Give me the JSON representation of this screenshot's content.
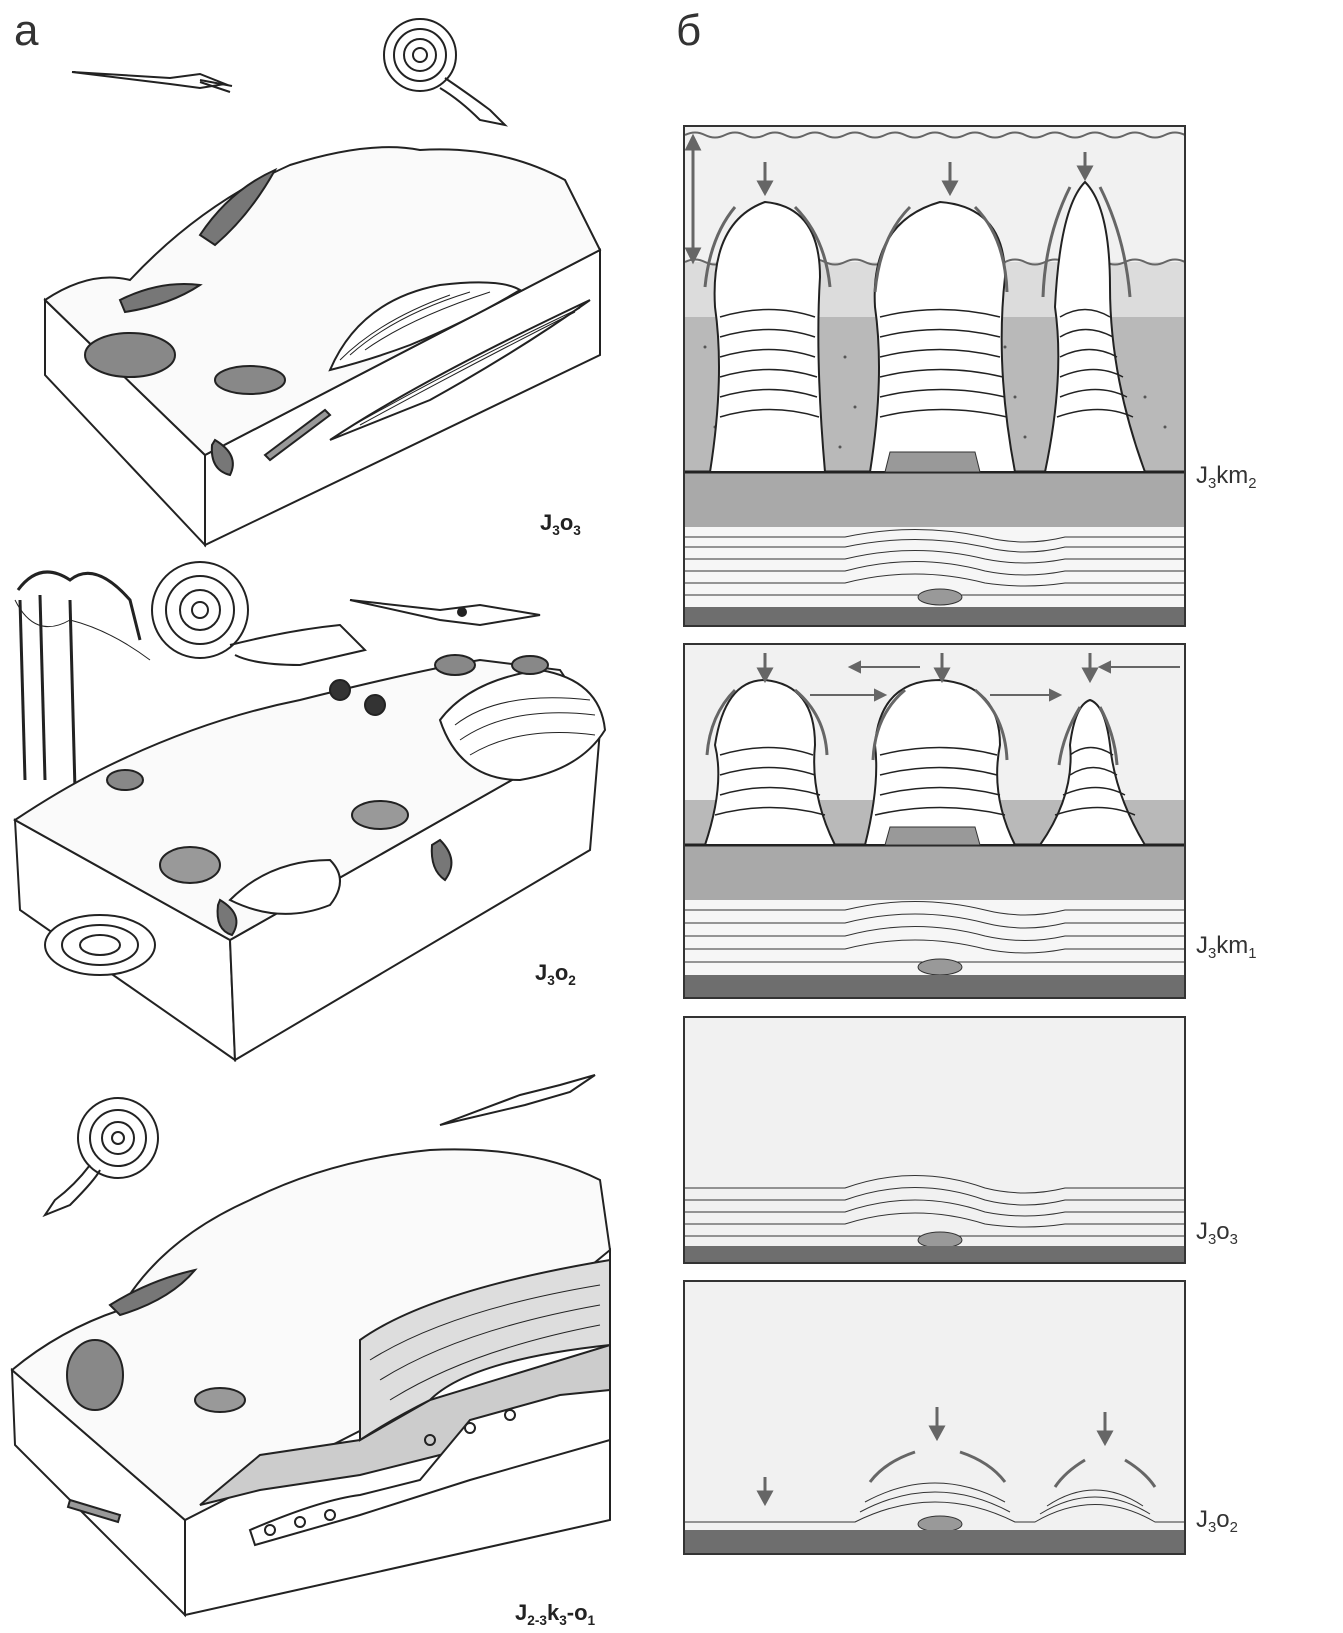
{
  "panels": {
    "a": {
      "letter": "а"
    },
    "b": {
      "letter": "б"
    }
  },
  "panel_a_stages": [
    {
      "id": "stage-a1",
      "prefix": "J",
      "index": "3",
      "suffix": "o",
      "sub2": "3",
      "tail": ""
    },
    {
      "id": "stage-a2",
      "prefix": "J",
      "index": "3",
      "suffix": "o",
      "sub2": "2",
      "tail": ""
    },
    {
      "id": "stage-a3",
      "prefix": "J",
      "index": "2-3",
      "suffix": "k",
      "sub2": "3",
      "tail": "-o",
      "sub3": "1"
    }
  ],
  "panel_b_stages": [
    {
      "id": "stage-b1",
      "prefix": "J",
      "index": "3",
      "suffix": "km",
      "sub2": "2"
    },
    {
      "id": "stage-b2",
      "prefix": "J",
      "index": "3",
      "suffix": "km",
      "sub2": "1"
    },
    {
      "id": "stage-b3",
      "prefix": "J",
      "index": "3",
      "suffix": "o",
      "sub2": "3"
    },
    {
      "id": "stage-b4",
      "prefix": "J",
      "index": "3",
      "suffix": "o",
      "sub2": "2"
    }
  ],
  "colors": {
    "water": "#f1f1f1",
    "sand": "#b9b9b9",
    "clay": "#a9a9a9",
    "base": "#6e6e6e",
    "arrow": "#666666",
    "ink": "#222222"
  }
}
